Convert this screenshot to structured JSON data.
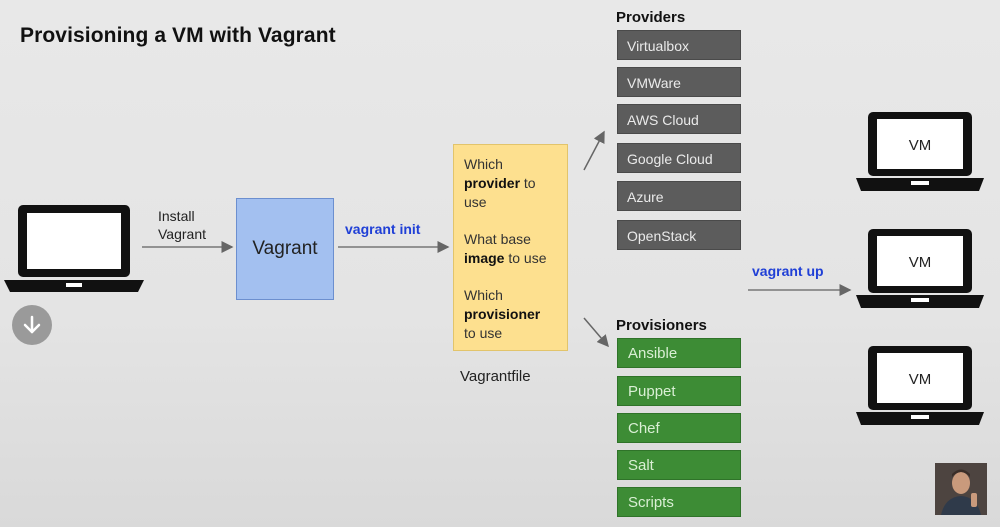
{
  "title": "Provisioning a VM with Vagrant",
  "install_label_line1": "Install",
  "install_label_line2": "Vagrant",
  "vagrant_box_label": "Vagrant",
  "vagrant_init_label": "vagrant init",
  "vagrantfile": {
    "q1_pre": "Which",
    "q1_bold": "provider",
    "q1_post": " to use",
    "q2_pre": "What base ",
    "q2_bold": "image",
    "q2_post": " to use",
    "q3_pre": "Which",
    "q3_bold": "provisioner",
    "q3_post": "to use",
    "caption": "Vagrantfile"
  },
  "providers": {
    "heading": "Providers",
    "items": [
      "Virtualbox",
      "VMWare",
      "AWS Cloud",
      "Google Cloud",
      "Azure",
      "OpenStack"
    ]
  },
  "provisioners": {
    "heading": "Provisioners",
    "items": [
      "Ansible",
      "Puppet",
      "Chef",
      "Salt",
      "Scripts"
    ]
  },
  "vagrant_up_label": "vagrant up",
  "vm_label": "VM",
  "colors": {
    "vagrant_box": "#a3c0f0",
    "vagrantfile_box": "#fde08f",
    "provider": "#5c5c5c",
    "provisioner": "#3d8c35",
    "command_text": "#1f3fd6"
  },
  "icons": [
    "laptop-icon",
    "arrow-down-icon"
  ]
}
